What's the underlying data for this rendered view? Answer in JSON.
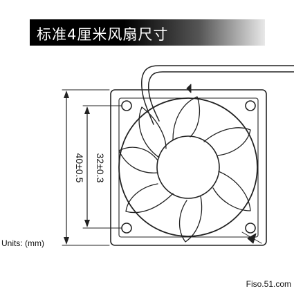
{
  "banner": {
    "title": "标准4厘米风扇尺寸"
  },
  "dimensions": {
    "outer": "40±0.5",
    "hole_spacing": "32±0.3"
  },
  "units_label": "Units: (mm)",
  "credit": "Fiso.51.com"
}
